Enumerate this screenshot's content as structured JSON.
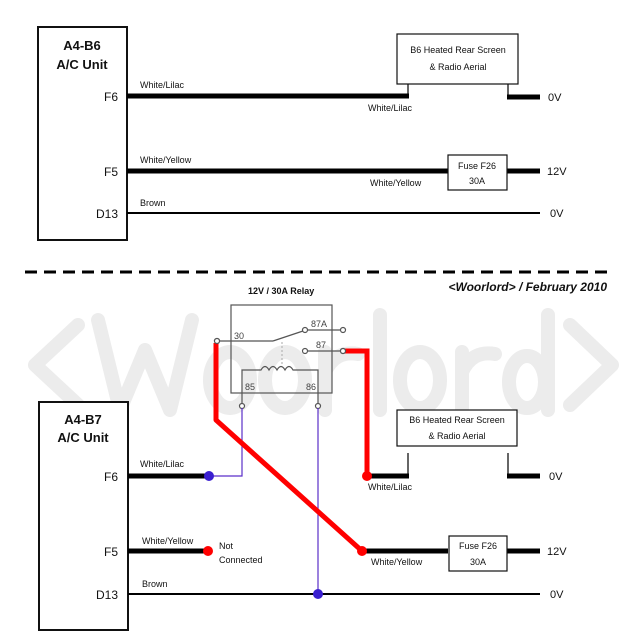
{
  "watermark": "<Woorlord>",
  "credit": "<Woorlord> / February 2010",
  "top": {
    "unit_name": "A4-B6",
    "unit_type": "A/C Unit",
    "pins": [
      "F6",
      "F5",
      "D13"
    ],
    "wire_f6": "White/Lilac",
    "wire_f6_right": "White/Lilac",
    "wire_f5": "White/Yellow",
    "wire_f5_right": "White/Yellow",
    "wire_d13": "Brown",
    "load_line1": "B6 Heated Rear Screen",
    "load_line2": "& Radio Aerial",
    "fuse_line1": "Fuse F26",
    "fuse_line2": "30A",
    "v_f6": "0V",
    "v_f5": "12V",
    "v_d13": "0V"
  },
  "relay": {
    "title": "12V / 30A Relay",
    "t30": "30",
    "t87a": "87A",
    "t87": "87",
    "t85": "85",
    "t86": "86"
  },
  "bottom": {
    "unit_name": "A4-B7",
    "unit_type": "A/C Unit",
    "pins": [
      "F6",
      "F5",
      "D13"
    ],
    "wire_f6": "White/Lilac",
    "wire_f6_right": "White/Lilac",
    "wire_f5": "White/Yellow",
    "wire_f5_right": "White/Yellow",
    "wire_d13": "Brown",
    "not_connected_1": "Not",
    "not_connected_2": "Connected",
    "load_line1": "B6 Heated Rear Screen",
    "load_line2": "& Radio Aerial",
    "fuse_line1": "Fuse F26",
    "fuse_line2": "30A",
    "v_f6": "0V",
    "v_f5": "12V",
    "v_d13": "0V"
  },
  "colors": {
    "modified_wire": "#ff0000",
    "signal_wire": "#5b2fc9",
    "junction": "#3a1fd0"
  }
}
